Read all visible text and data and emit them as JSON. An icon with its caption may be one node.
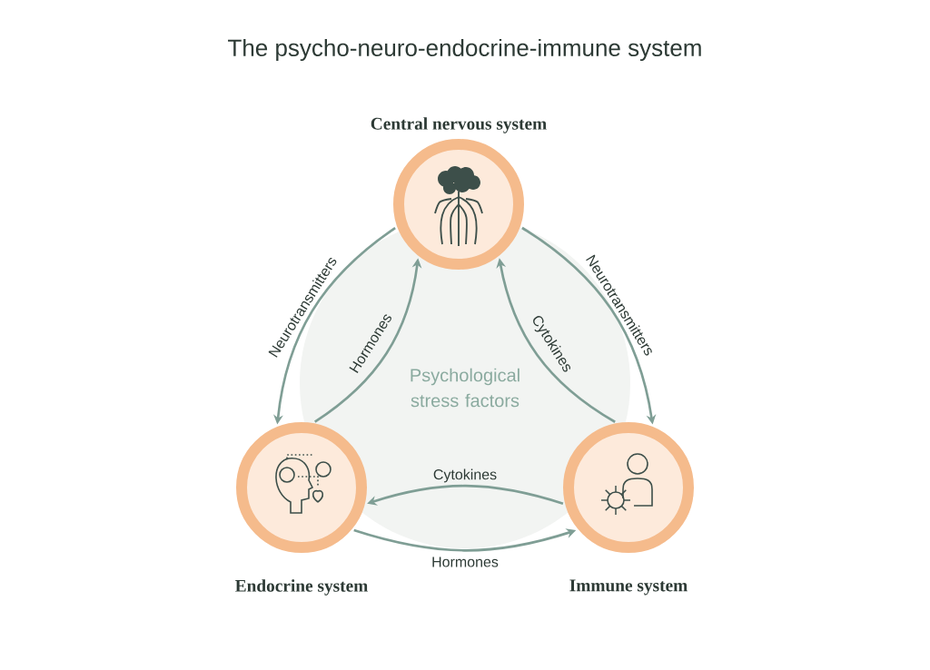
{
  "diagram": {
    "title": "The psycho-neuro-endocrine-immune system",
    "nodes": [
      {
        "text": [
          "Central nervous system"
        ]
      },
      {
        "text": [
          "Psychological stress factors"
        ]
      },
      {
        "text": [
          "Endocrine system"
        ]
      },
      {
        "text": [
          "Immune system"
        ]
      }
    ],
    "edges": [
      {
        "from": 0,
        "to": 2,
        "arrow": "to",
        "label": "Neurotransmitters"
      },
      {
        "from": 2,
        "to": 0,
        "arrow": "to",
        "label": "Hormones"
      },
      {
        "from": 0,
        "to": 3,
        "arrow": "to",
        "label": "Neurotransmitters"
      },
      {
        "from": 3,
        "to": 0,
        "arrow": "to",
        "label": "Cytokines"
      },
      {
        "from": 3,
        "to": 2,
        "arrow": "to",
        "label": "Cytokines"
      },
      {
        "from": 2,
        "to": 3,
        "arrow": "to",
        "label": "Hormones"
      }
    ]
  }
}
